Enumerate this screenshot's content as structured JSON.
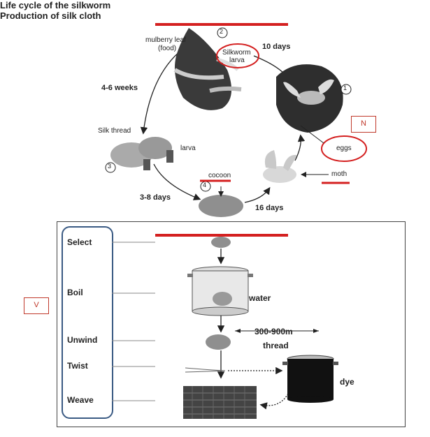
{
  "diagram1": {
    "title": "Life cycle of the silkworm",
    "labels": {
      "mulberry_leaf": "mulberry leaf",
      "food": "(food)",
      "silkworm": "Silkworm",
      "larva_circled": "larva",
      "ten_days": "10 days",
      "four_six_weeks": "4-6 weeks",
      "silk_thread": "Silk thread",
      "larva": "larva",
      "cocoon": "cocoon",
      "three_eight_days": "3-8 days",
      "sixteen_days": "16 days",
      "moth": "moth",
      "eggs": "eggs"
    },
    "step_numbers": [
      "1",
      "2",
      "3",
      "4"
    ]
  },
  "annotations": {
    "n_box": "N",
    "v_box": "V"
  },
  "diagram2": {
    "title": "Production of silk cloth",
    "steps": [
      "Select",
      "Boil",
      "Unwind",
      "Twist",
      "Weave"
    ],
    "labels": {
      "water": "water",
      "length": "300-900m",
      "thread": "thread",
      "dye": "dye"
    }
  },
  "colors": {
    "accent_red": "#d42020",
    "frame_blue": "#3a5a83"
  }
}
